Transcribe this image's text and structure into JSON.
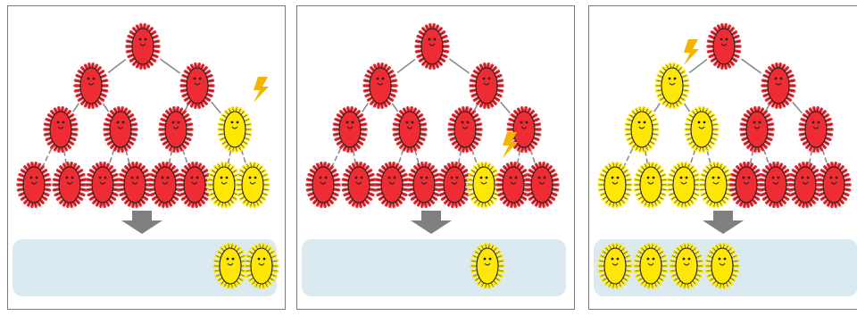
{
  "colors": {
    "mutant": "#ffe800",
    "normal": "#ef2b33",
    "outline": "#1f1f1f",
    "lightning": "#f5b400",
    "arrow": "#7f7f7f",
    "pool": "#dbeaf0",
    "panel_border": "#7a7a7a",
    "connector": "#8c8c8c"
  },
  "icons": {
    "cell": "bacterium-icon",
    "mutation": "lightning-bolt-icon",
    "transfer": "down-arrow-icon"
  },
  "panels": [
    {
      "id": "panel-late-mutation",
      "mutation_level": 2,
      "tree": [
        [
          "normal"
        ],
        [
          "normal",
          "normal"
        ],
        [
          "normal",
          "normal",
          "normal",
          "mutant"
        ],
        [
          "normal",
          "normal",
          "normal",
          "normal",
          "normal",
          "normal",
          "mutant",
          "mutant"
        ]
      ],
      "pool_mutants": 2
    },
    {
      "id": "panel-last-generation-mutation",
      "mutation_level": 3,
      "tree": [
        [
          "normal"
        ],
        [
          "normal",
          "normal"
        ],
        [
          "normal",
          "normal",
          "normal",
          "normal"
        ],
        [
          "normal",
          "normal",
          "normal",
          "normal",
          "normal",
          "mutant",
          "normal",
          "normal"
        ]
      ],
      "pool_mutants": 1
    },
    {
      "id": "panel-early-mutation",
      "mutation_level": 1,
      "tree": [
        [
          "normal"
        ],
        [
          "mutant",
          "normal"
        ],
        [
          "mutant",
          "mutant",
          "normal",
          "normal"
        ],
        [
          "mutant",
          "mutant",
          "mutant",
          "mutant",
          "normal",
          "normal",
          "normal",
          "normal"
        ]
      ],
      "pool_mutants": 4
    }
  ]
}
